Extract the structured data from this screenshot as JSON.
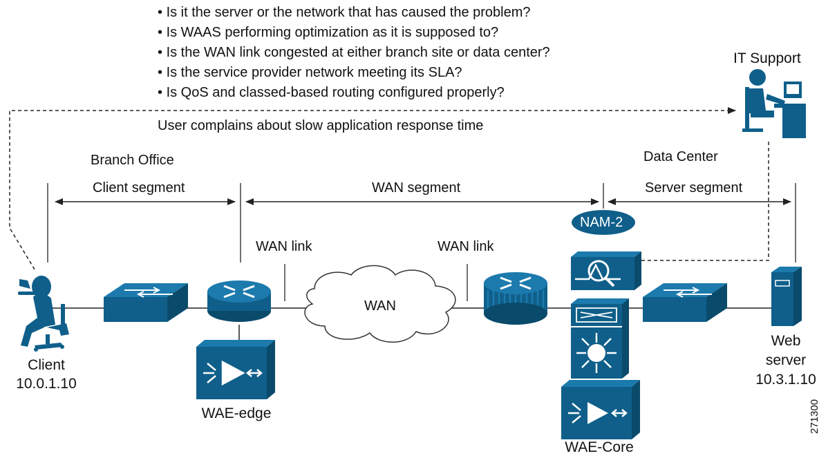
{
  "questions": [
    "Is it the server or the network that has caused the problem?",
    "Is WAAS performing optimization as it is supposed to?",
    "Is the WAN link congested at either branch site or data center?",
    "Is the service provider network meeting its SLA?",
    "Is QoS and classed-based routing configured properly?"
  ],
  "complaint": "User complains about slow application response time",
  "it_support": "IT Support",
  "branch_office": "Branch Office",
  "data_center": "Data Center",
  "segments": {
    "client": "Client segment",
    "wan": "WAN segment",
    "server": "Server segment"
  },
  "wan_link_left": "WAN link",
  "wan_link_right": "WAN link",
  "wan_cloud": "WAN",
  "nam": "NAM-2",
  "client": {
    "name": "Client",
    "ip": "10.0.1.10"
  },
  "web_server": {
    "name": "Web",
    "name2": "server",
    "ip": "10.3.1.10"
  },
  "wae_edge": "WAE-edge",
  "wae_core": "WAE-Core",
  "figure_id": "271300",
  "colors": {
    "device": "#0f5f8a",
    "device_top": "#1c7aad",
    "line": "#222222"
  }
}
